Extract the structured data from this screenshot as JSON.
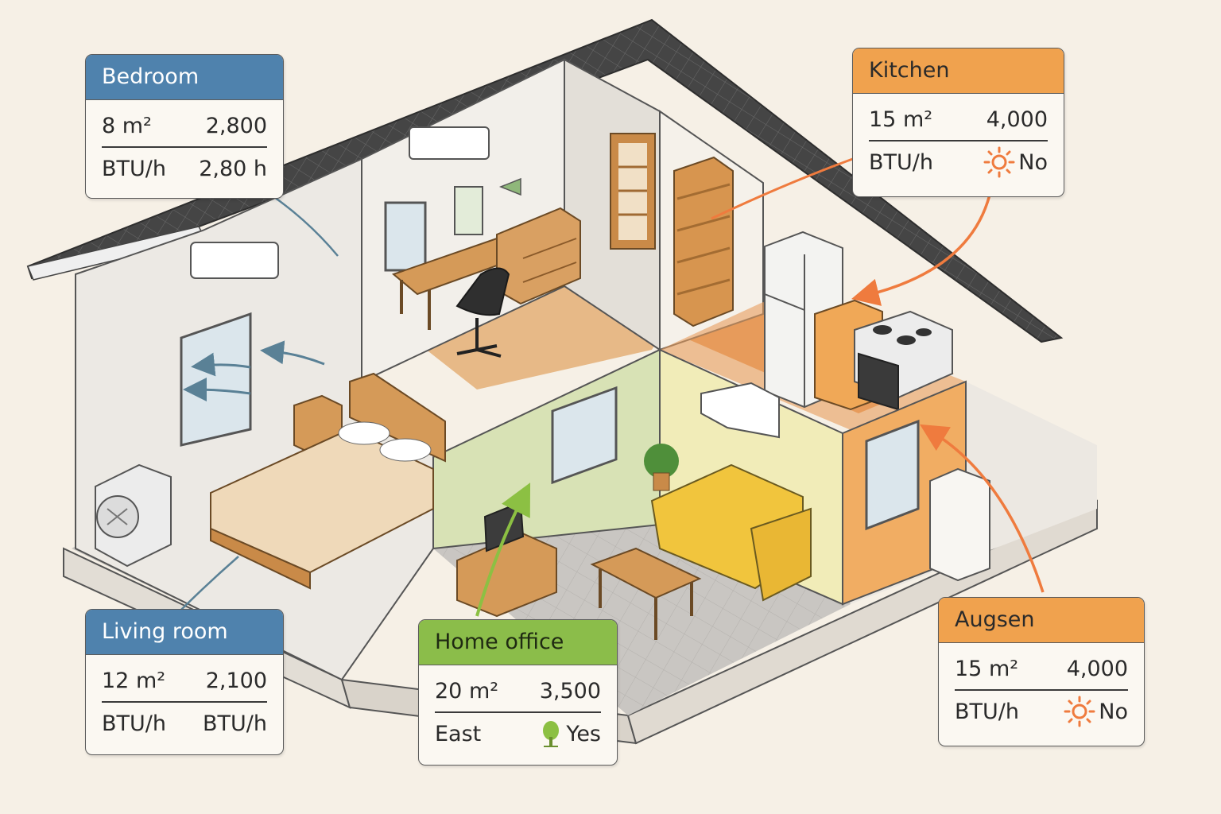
{
  "colors": {
    "blue_header": "#4f82ad",
    "orange_header": "#f0a24e",
    "green_header": "#8bbd4a",
    "arrow_orange": "#ef7b3e",
    "arrow_blue": "#5a8196",
    "arrow_green": "#8cc043",
    "roof": "#4a4a4a",
    "floor": "#c9c6c2"
  },
  "cards": {
    "bedroom": {
      "title": "Bedroom",
      "area": "8 m²",
      "btu_value": "2,800",
      "unit": "BTU/h",
      "extra": "2,80 h"
    },
    "kitchen": {
      "title": "Kitchen",
      "area": "15 m²",
      "btu_value": "4,000",
      "unit": "BTU/h",
      "sun_icon": "sun-icon",
      "sun_exposure": "No"
    },
    "living_room": {
      "title": "Living room",
      "area": "12 m²",
      "btu_value": "2,100",
      "unit_left": "BTU/h",
      "unit_right": "BTU/h"
    },
    "home_office": {
      "title": "Home office",
      "area": "20 m²",
      "btu_value": "3,500",
      "orientation": "East",
      "tree_icon": "tree-icon",
      "shade": "Yes"
    },
    "augsen": {
      "title": "Augsen",
      "area": "15 m²",
      "btu_value": "4,000",
      "unit": "BTU/h",
      "sun_icon": "sun-icon",
      "sun_exposure": "No"
    }
  }
}
